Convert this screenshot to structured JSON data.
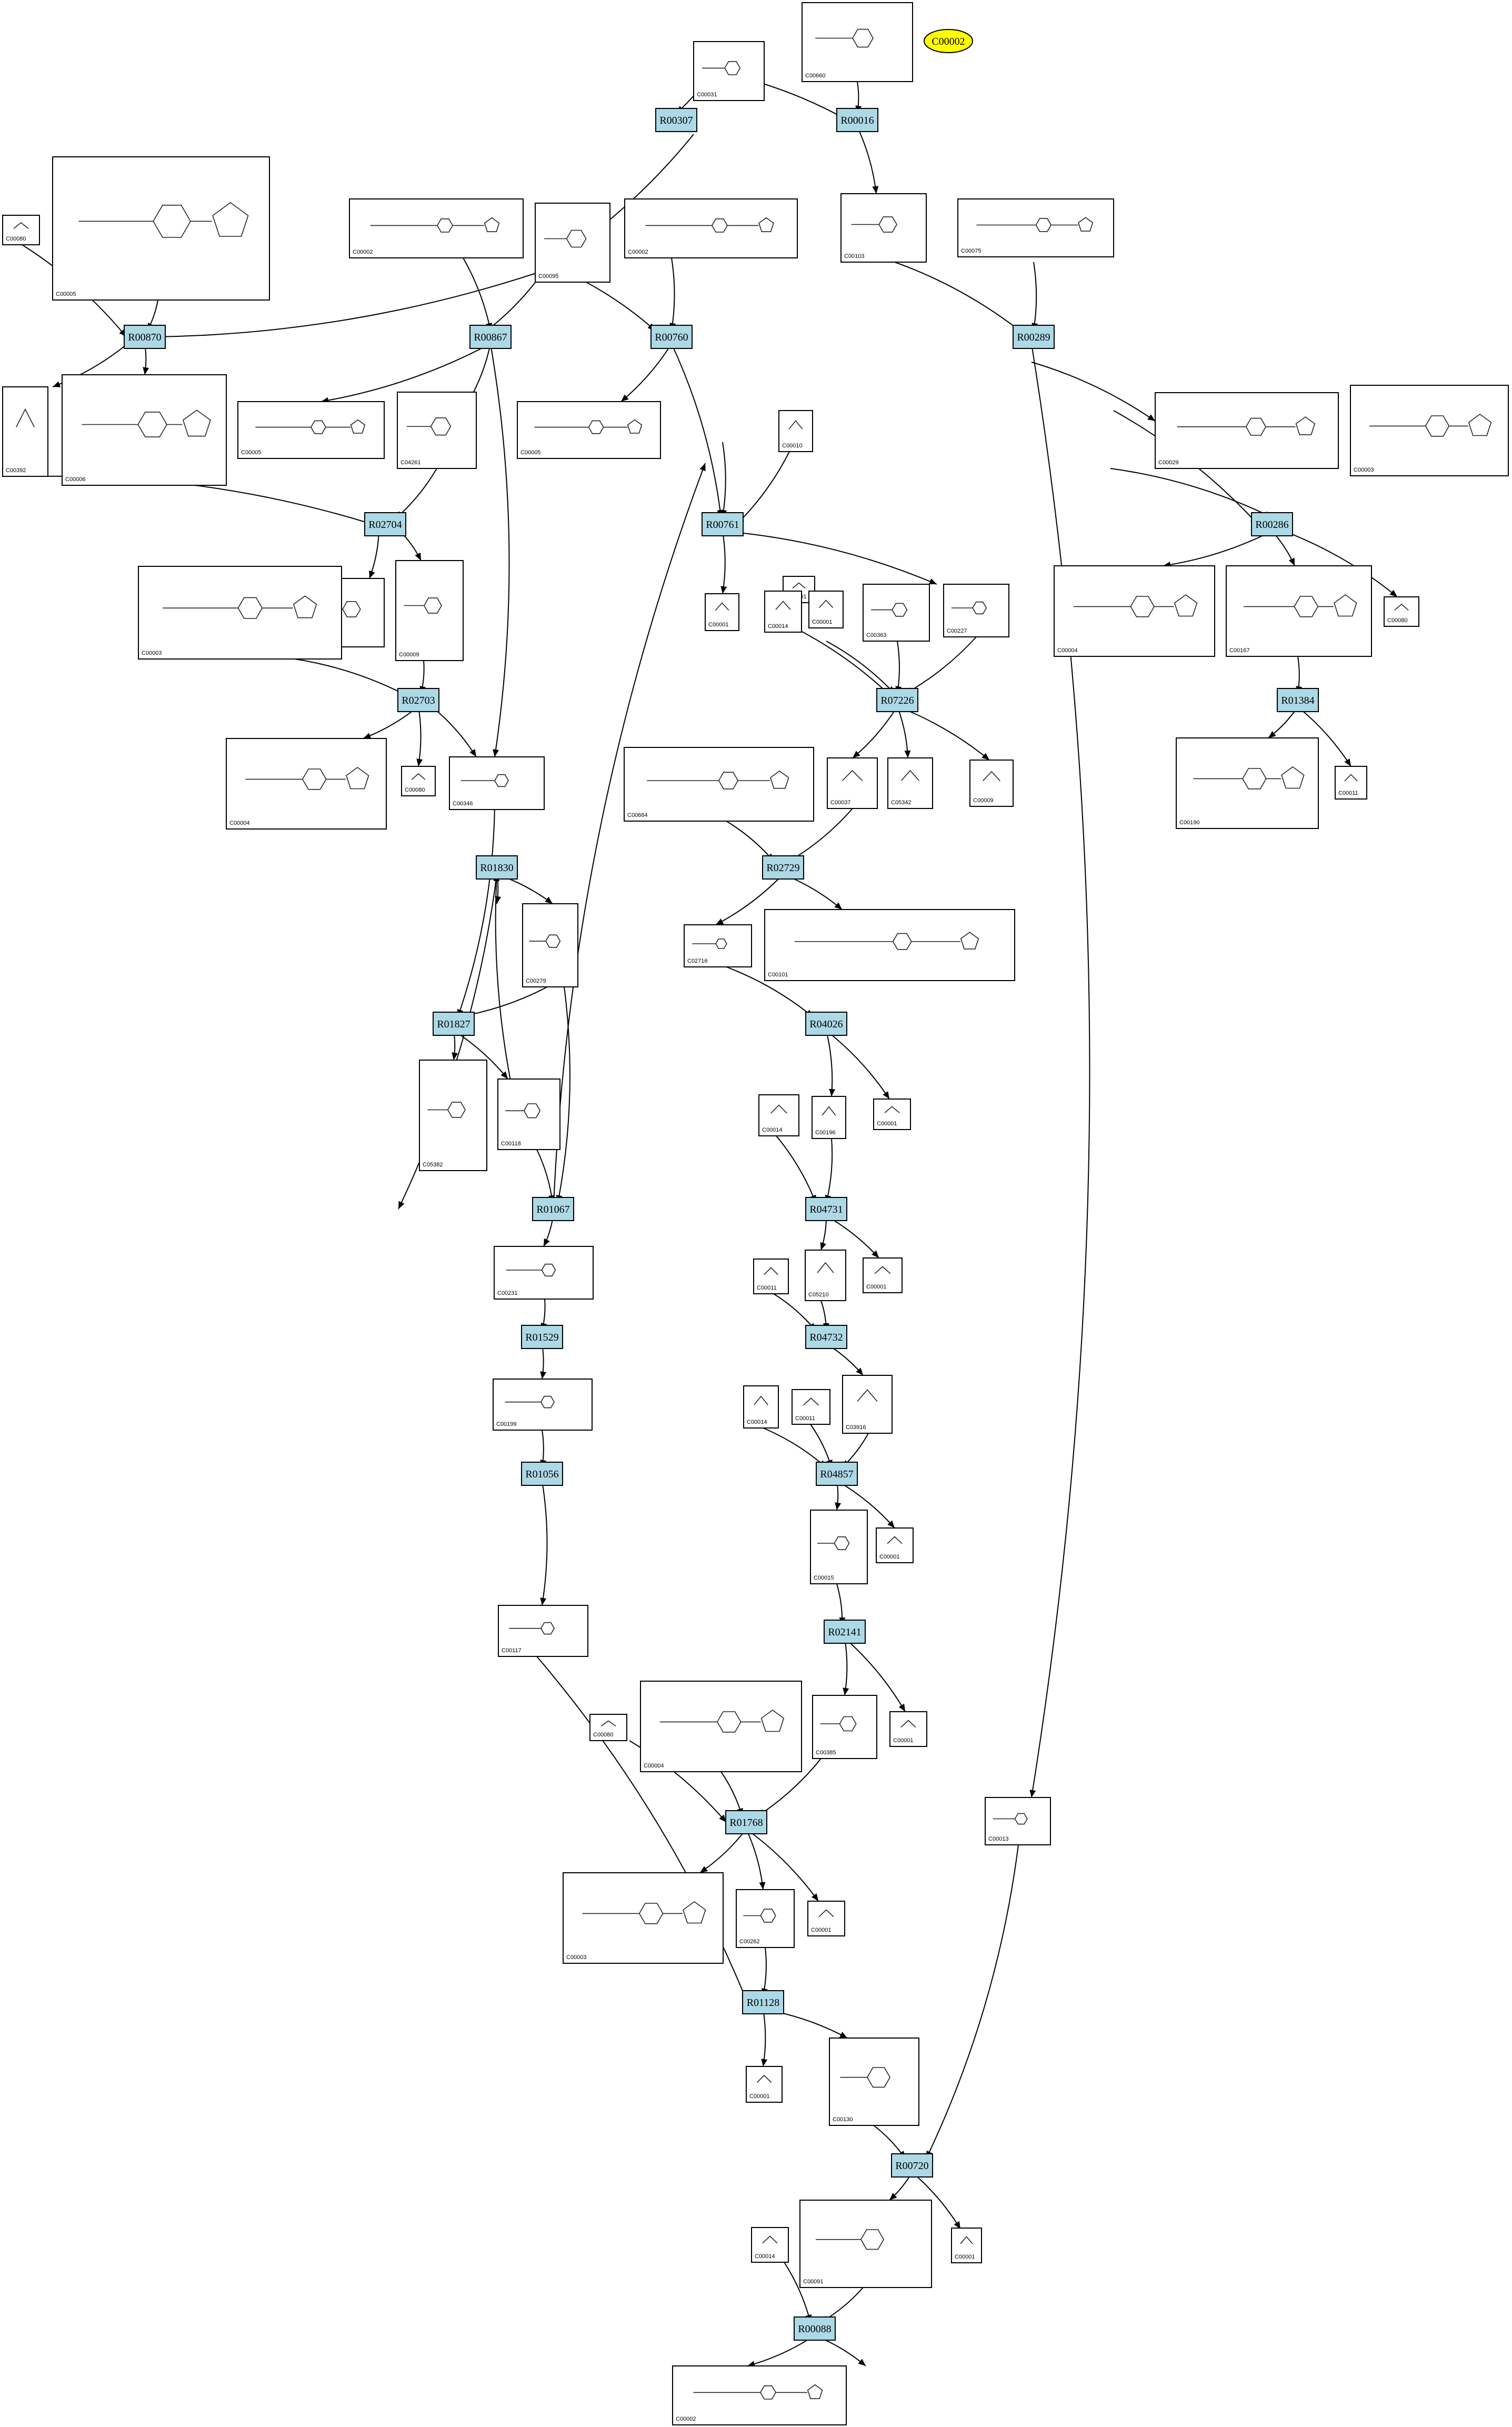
{
  "tag": {
    "label": "C00002"
  },
  "reactions": [
    {
      "id": "R00307"
    },
    {
      "id": "R00016"
    },
    {
      "id": "R00870"
    },
    {
      "id": "R00867"
    },
    {
      "id": "R00760"
    },
    {
      "id": "R00289"
    },
    {
      "id": "R02704"
    },
    {
      "id": "R00761"
    },
    {
      "id": "R00286"
    },
    {
      "id": "R02703"
    },
    {
      "id": "R07226"
    },
    {
      "id": "R01384"
    },
    {
      "id": "R01830"
    },
    {
      "id": "R02729"
    },
    {
      "id": "R01827"
    },
    {
      "id": "R04026"
    },
    {
      "id": "R01067"
    },
    {
      "id": "R04731"
    },
    {
      "id": "R01529"
    },
    {
      "id": "R04732"
    },
    {
      "id": "R01056"
    },
    {
      "id": "R04857"
    },
    {
      "id": "R02141"
    },
    {
      "id": "R01768"
    },
    {
      "id": "R01128"
    },
    {
      "id": "R00720"
    },
    {
      "id": "R00088"
    }
  ],
  "compounds": [
    {
      "id": "C00031"
    },
    {
      "id": "C00660"
    },
    {
      "id": "C00080"
    },
    {
      "id": "C00005"
    },
    {
      "id": "C00002"
    },
    {
      "id": "C00095"
    },
    {
      "id": "C00002"
    },
    {
      "id": "C00103"
    },
    {
      "id": "C00075"
    },
    {
      "id": "C00392"
    },
    {
      "id": "C00006"
    },
    {
      "id": "C00005"
    },
    {
      "id": "C04261"
    },
    {
      "id": "C00005"
    },
    {
      "id": "C00085"
    },
    {
      "id": "C00009"
    },
    {
      "id": "C00001"
    },
    {
      "id": "C00029"
    },
    {
      "id": "C00003"
    },
    {
      "id": "C00003"
    },
    {
      "id": "C00010"
    },
    {
      "id": "C00644"
    },
    {
      "id": "C00001"
    },
    {
      "id": "C00014"
    },
    {
      "id": "C00001"
    },
    {
      "id": "C00363"
    },
    {
      "id": "C00227"
    },
    {
      "id": "C00004"
    },
    {
      "id": "C00167"
    },
    {
      "id": "C00080"
    },
    {
      "id": "C00004"
    },
    {
      "id": "C00080"
    },
    {
      "id": "C00346"
    },
    {
      "id": "C00664"
    },
    {
      "id": "C00037"
    },
    {
      "id": "C05342"
    },
    {
      "id": "C00009"
    },
    {
      "id": "C00190"
    },
    {
      "id": "C00011"
    },
    {
      "id": "C00279"
    },
    {
      "id": "C02716"
    },
    {
      "id": "C00101"
    },
    {
      "id": "C05382"
    },
    {
      "id": "C00118"
    },
    {
      "id": "C00014"
    },
    {
      "id": "C00196"
    },
    {
      "id": "C00001"
    },
    {
      "id": "C00231"
    },
    {
      "id": "C00011"
    },
    {
      "id": "C05210"
    },
    {
      "id": "C00001"
    },
    {
      "id": "C00199"
    },
    {
      "id": "C00014"
    },
    {
      "id": "C00011"
    },
    {
      "id": "C03916"
    },
    {
      "id": "C00001"
    },
    {
      "id": "C00015"
    },
    {
      "id": "C00117"
    },
    {
      "id": "C00385"
    },
    {
      "id": "C00001"
    },
    {
      "id": "C00080"
    },
    {
      "id": "C00004"
    },
    {
      "id": "C00013"
    },
    {
      "id": "C00003"
    },
    {
      "id": "C00262"
    },
    {
      "id": "C00001"
    },
    {
      "id": "C00001"
    },
    {
      "id": "C00130"
    },
    {
      "id": "C00014"
    },
    {
      "id": "C00001"
    },
    {
      "id": "C00091"
    },
    {
      "id": "C00001"
    },
    {
      "id": "C00002"
    }
  ]
}
